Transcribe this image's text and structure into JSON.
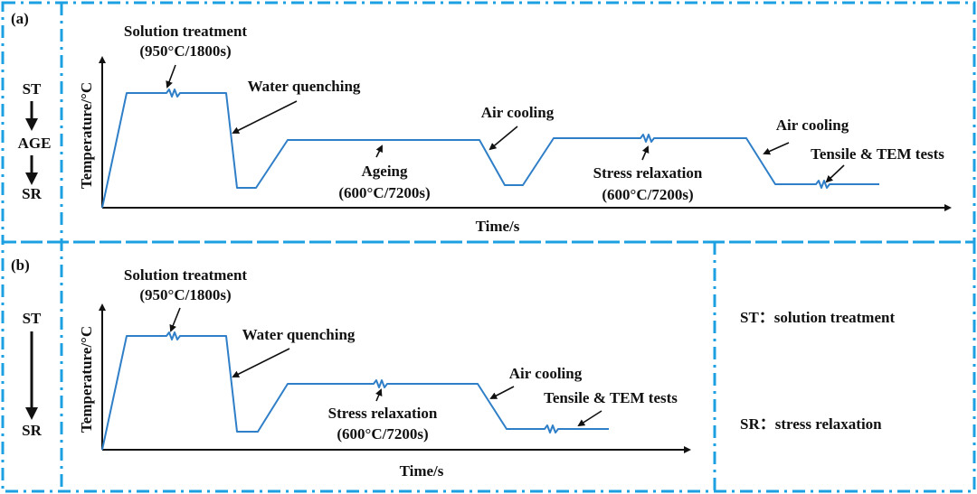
{
  "colors": {
    "frame": "#1da0e2",
    "curve": "#2f7fc8"
  },
  "panel_a": {
    "tag": "(a)",
    "flow": [
      "ST",
      "AGE",
      "SR"
    ],
    "y_label": "Temperature/°C",
    "x_label": "Time/s",
    "solution": "Solution treatment",
    "solution_cond": "(950°C/1800s)",
    "water": "Water quenching",
    "ageing": "Ageing",
    "ageing_cond": "(600°C/7200s)",
    "air1": "Air cooling",
    "stress": "Stress relaxation",
    "stress_cond": "(600°C/7200s)",
    "air2": "Air cooling",
    "tests": "Tensile & TEM tests"
  },
  "panel_b": {
    "tag": "(b)",
    "flow": [
      "ST",
      "SR"
    ],
    "y_label": "Temperature/°C",
    "x_label": "Time/s",
    "solution": "Solution treatment",
    "solution_cond": "(950°C/1800s)",
    "water": "Water quenching",
    "stress": "Stress relaxation",
    "stress_cond": "(600°C/7200s)",
    "air": "Air cooling",
    "tests": "Tensile & TEM tests"
  },
  "legend": [
    "ST：solution treatment",
    "SR：stress relaxation"
  ]
}
